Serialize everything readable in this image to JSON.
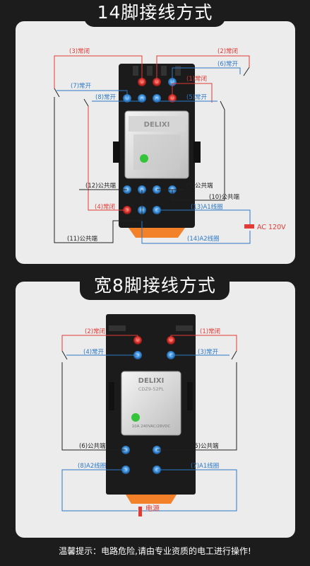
{
  "titles": {
    "first": "14脚接线方式",
    "second": "宽8脚接线方式"
  },
  "relay1": {
    "brand": "DELIXI",
    "labels": {
      "t3": "(3)常闭",
      "t2": "(2)常闭",
      "t6": "(6)常开",
      "t7": "(7)常开",
      "t1": "(1)常闭",
      "t8": "(8)常开",
      "t5": "(5)常开",
      "t12": "(12)公共端",
      "t9": "(9)公共端",
      "t10": "(10)公共端",
      "t4": "(4)常闭",
      "t13": "(13)A1线圈",
      "t11": "(11)公共端",
      "t14": "(14)A2线圈"
    },
    "power": "AC 120V"
  },
  "relay2": {
    "brand": "DELIXI",
    "model": "CDZ9-52PL",
    "rating": "10A 240VAC/28VDC",
    "labels": {
      "t2": "(2)常闭",
      "t1": "(1)常闭",
      "t4": "(4)常开",
      "t3": "(3)常开",
      "t6": "(6)公共端",
      "t5": "(5)公共端",
      "t8": "(8)A2线圈",
      "t7": "(7)A1线圈"
    },
    "power": "电源"
  },
  "colors": {
    "red": "#e23a35",
    "blue": "#2b78c6",
    "panel": "#ececec",
    "background": "#1c1c1c"
  },
  "warning": "温馨提示：电路危险,请由专业资质的电工进行操作!"
}
